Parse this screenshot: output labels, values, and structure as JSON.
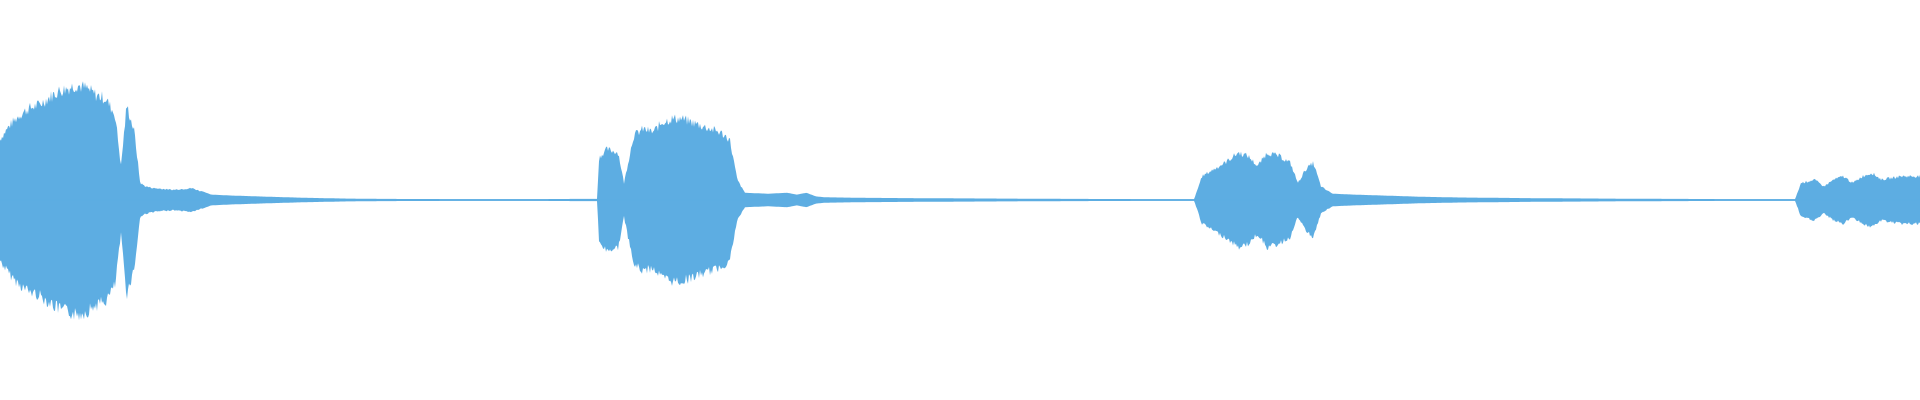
{
  "waveform": {
    "color": "#5dade2",
    "background": "#ffffff",
    "duration_fraction_visible": 1.0,
    "envelope": [
      [
        0.0,
        0.36
      ],
      [
        0.005,
        0.44
      ],
      [
        0.01,
        0.5
      ],
      [
        0.015,
        0.54
      ],
      [
        0.02,
        0.56
      ],
      [
        0.025,
        0.6
      ],
      [
        0.03,
        0.64
      ],
      [
        0.035,
        0.66
      ],
      [
        0.04,
        0.68
      ],
      [
        0.045,
        0.66
      ],
      [
        0.05,
        0.62
      ],
      [
        0.055,
        0.6
      ],
      [
        0.06,
        0.5
      ],
      [
        0.063,
        0.2
      ],
      [
        0.066,
        0.56
      ],
      [
        0.07,
        0.4
      ],
      [
        0.073,
        0.1
      ],
      [
        0.076,
        0.08
      ],
      [
        0.08,
        0.07
      ],
      [
        0.09,
        0.06
      ],
      [
        0.1,
        0.07
      ],
      [
        0.105,
        0.05
      ],
      [
        0.11,
        0.03
      ],
      [
        0.12,
        0.025
      ],
      [
        0.14,
        0.018
      ],
      [
        0.16,
        0.012
      ],
      [
        0.18,
        0.008
      ],
      [
        0.2,
        0.006
      ],
      [
        0.24,
        0.005
      ],
      [
        0.28,
        0.005
      ],
      [
        0.3,
        0.006
      ],
      [
        0.311,
        0.006
      ],
      [
        0.312,
        0.25
      ],
      [
        0.316,
        0.3
      ],
      [
        0.322,
        0.28
      ],
      [
        0.325,
        0.1
      ],
      [
        0.33,
        0.38
      ],
      [
        0.335,
        0.42
      ],
      [
        0.34,
        0.4
      ],
      [
        0.345,
        0.46
      ],
      [
        0.35,
        0.48
      ],
      [
        0.355,
        0.48
      ],
      [
        0.36,
        0.46
      ],
      [
        0.365,
        0.44
      ],
      [
        0.37,
        0.42
      ],
      [
        0.375,
        0.4
      ],
      [
        0.38,
        0.36
      ],
      [
        0.384,
        0.12
      ],
      [
        0.388,
        0.04
      ],
      [
        0.4,
        0.035
      ],
      [
        0.41,
        0.04
      ],
      [
        0.415,
        0.03
      ],
      [
        0.42,
        0.04
      ],
      [
        0.425,
        0.02
      ],
      [
        0.43,
        0.015
      ],
      [
        0.45,
        0.012
      ],
      [
        0.48,
        0.01
      ],
      [
        0.52,
        0.008
      ],
      [
        0.56,
        0.006
      ],
      [
        0.6,
        0.005
      ],
      [
        0.622,
        0.005
      ],
      [
        0.626,
        0.14
      ],
      [
        0.632,
        0.18
      ],
      [
        0.638,
        0.22
      ],
      [
        0.645,
        0.28
      ],
      [
        0.65,
        0.26
      ],
      [
        0.655,
        0.2
      ],
      [
        0.66,
        0.28
      ],
      [
        0.666,
        0.26
      ],
      [
        0.672,
        0.22
      ],
      [
        0.676,
        0.1
      ],
      [
        0.68,
        0.18
      ],
      [
        0.684,
        0.22
      ],
      [
        0.688,
        0.08
      ],
      [
        0.694,
        0.035
      ],
      [
        0.705,
        0.03
      ],
      [
        0.72,
        0.025
      ],
      [
        0.74,
        0.018
      ],
      [
        0.76,
        0.014
      ],
      [
        0.8,
        0.01
      ],
      [
        0.85,
        0.007
      ],
      [
        0.9,
        0.005
      ],
      [
        0.935,
        0.005
      ],
      [
        0.938,
        0.1
      ],
      [
        0.945,
        0.12
      ],
      [
        0.95,
        0.08
      ],
      [
        0.955,
        0.12
      ],
      [
        0.96,
        0.14
      ],
      [
        0.965,
        0.1
      ],
      [
        0.97,
        0.14
      ],
      [
        0.975,
        0.16
      ],
      [
        0.98,
        0.12
      ],
      [
        0.99,
        0.14
      ],
      [
        1.0,
        0.14
      ]
    ]
  }
}
